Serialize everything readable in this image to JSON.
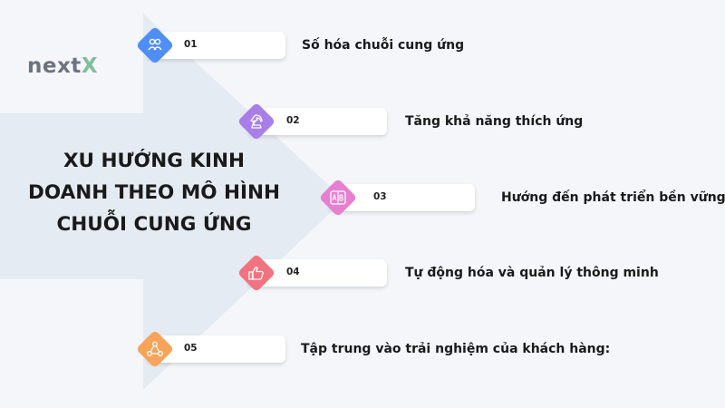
{
  "logo": {
    "prefix": "next",
    "suffix": "X"
  },
  "title_lines": [
    "XU HƯỚNG KINH",
    "DOANH THEO MÔ HÌNH",
    "CHUỖI CUNG ỨNG"
  ],
  "steps": [
    {
      "number": "01",
      "label": "Số hóa chuỗi cung ứng",
      "icon": "people-icon",
      "color": "#4f8ef7"
    },
    {
      "number": "02",
      "label": "Tăng khả năng thích ứng",
      "icon": "chess-knight-icon",
      "color": "#a97ee8"
    },
    {
      "number": "03",
      "label": "Hướng đến phát triển bền vững",
      "icon": "translate-ab-icon",
      "color": "#e77fd0"
    },
    {
      "number": "04",
      "label": "Tự động hóa và quản lý thông minh",
      "icon": "thumbs-up-icon",
      "color": "#f0737f"
    },
    {
      "number": "05",
      "label": "Tập trung vào trải nghiệm của khách hàng:",
      "icon": "network-nodes-icon",
      "color": "#f7a45a"
    }
  ]
}
